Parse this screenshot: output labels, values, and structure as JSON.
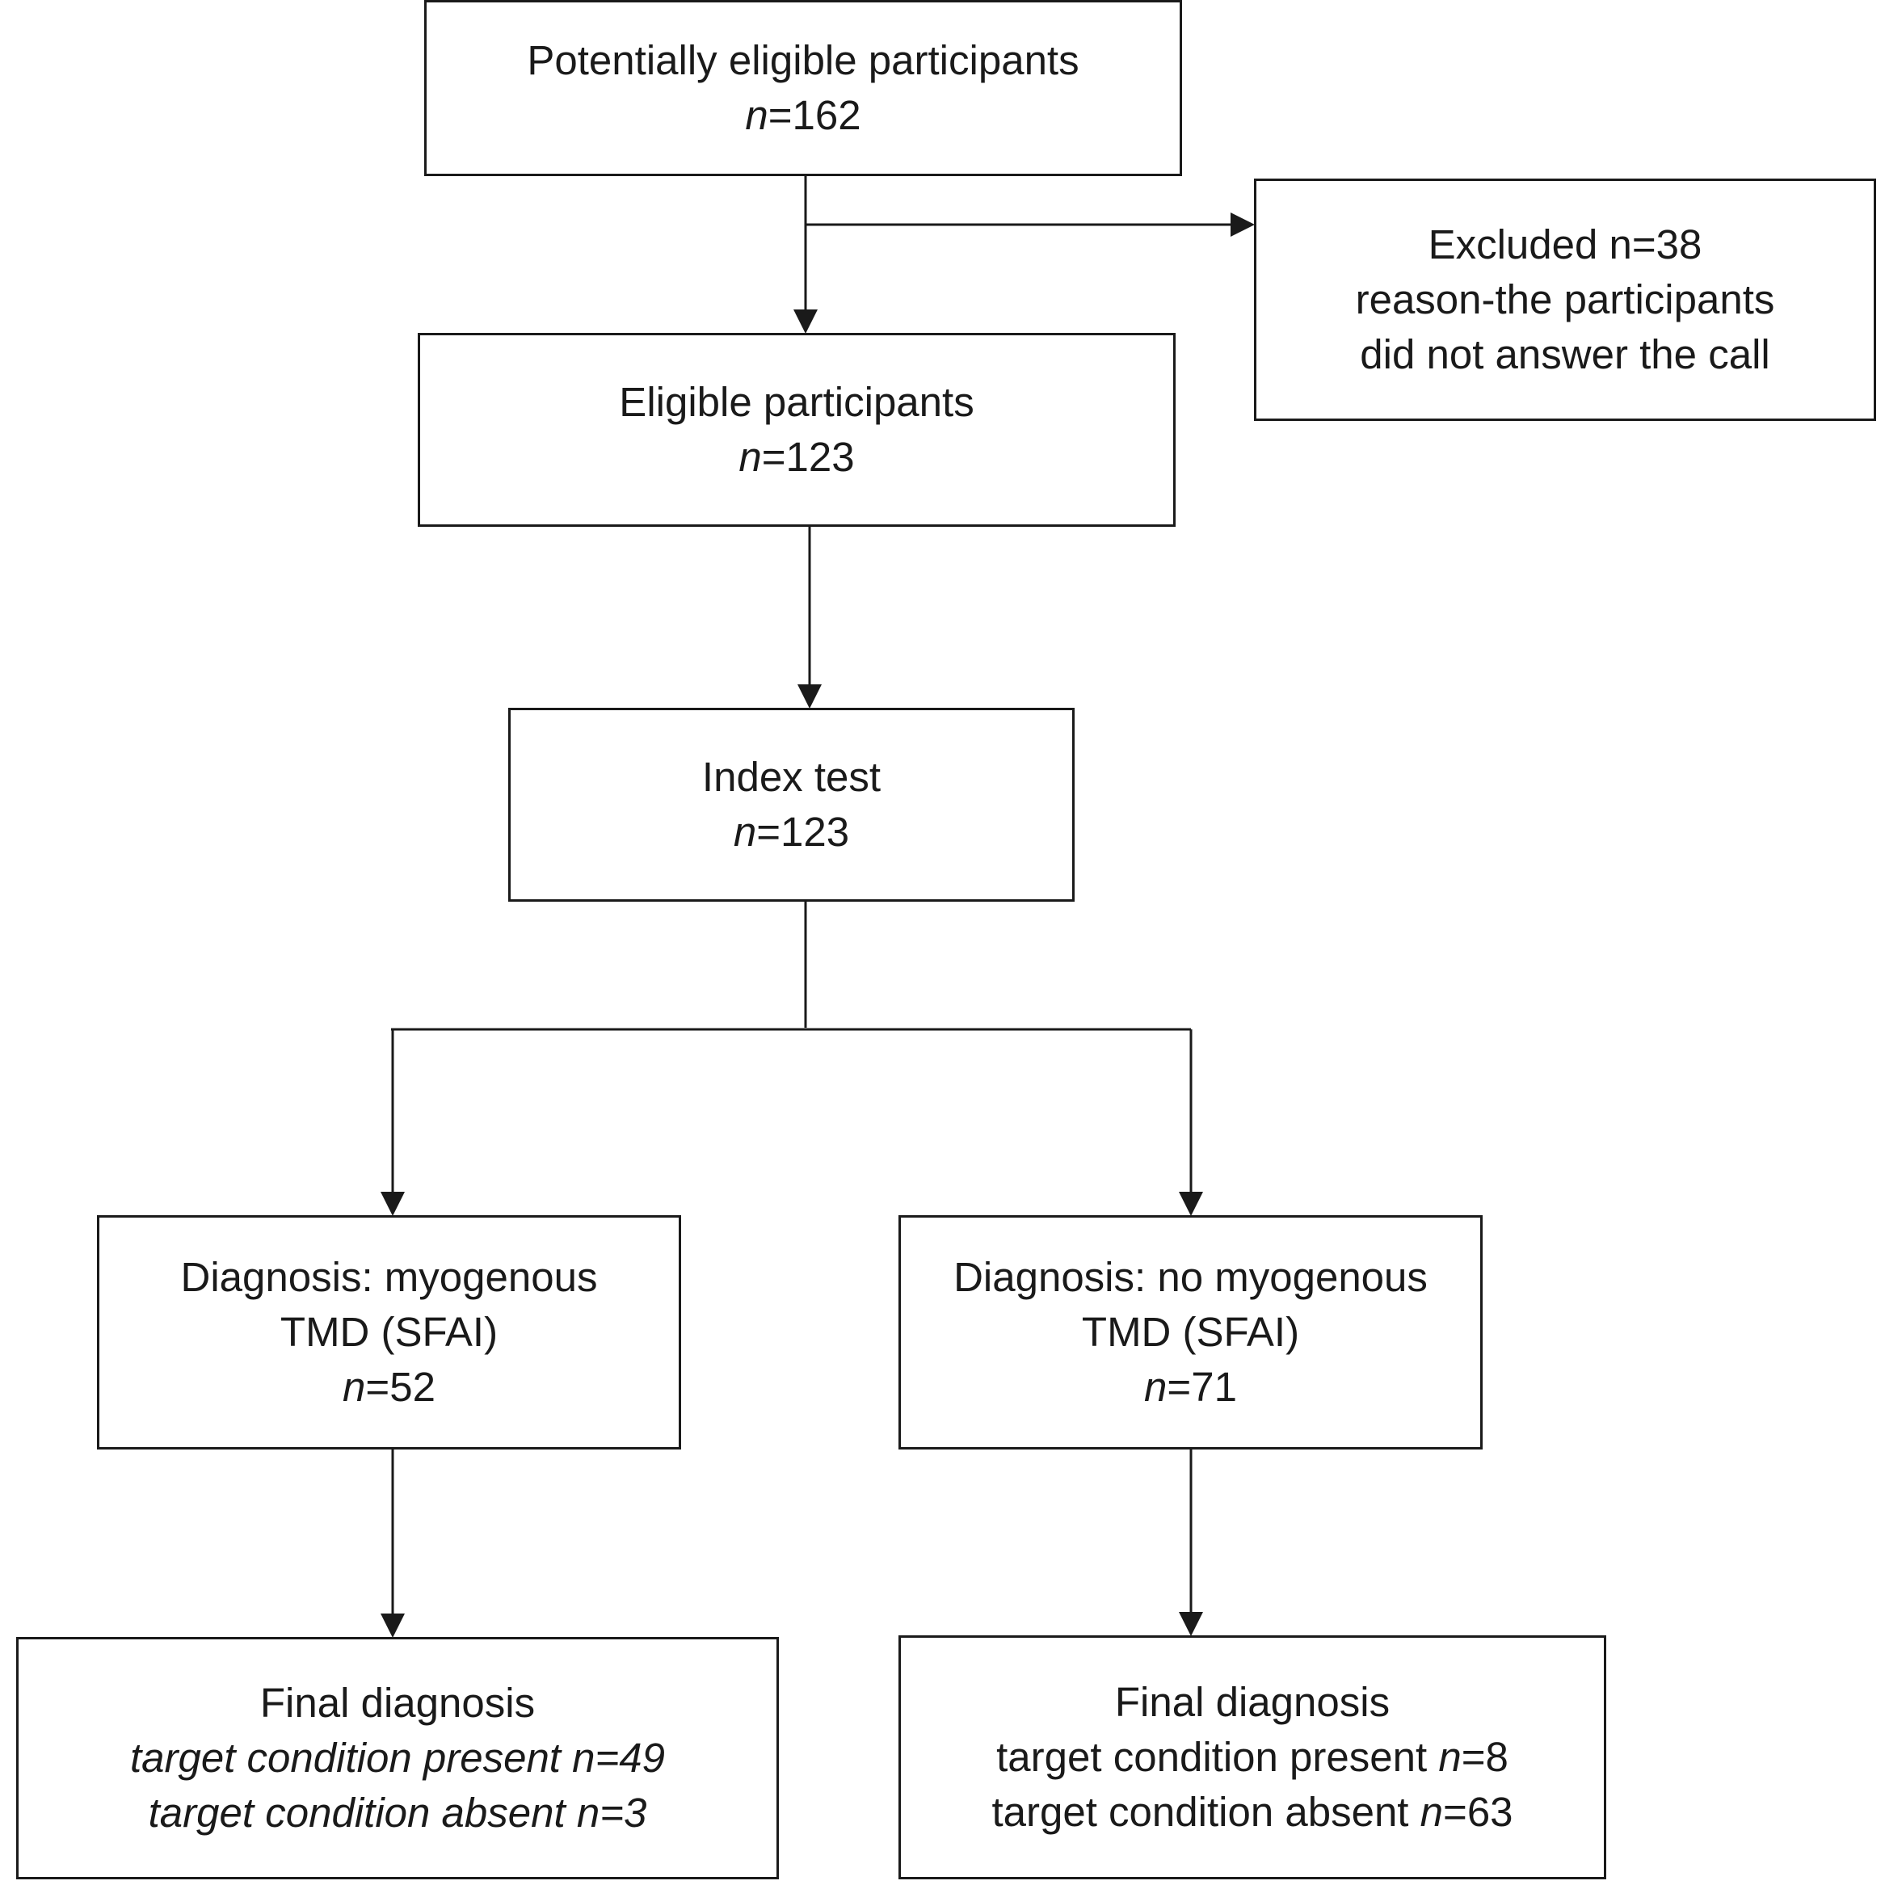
{
  "nodes": {
    "potential": {
      "title": "Potentially eligible participants",
      "n_label": "n",
      "n_value": "=162"
    },
    "excluded": {
      "line1": "Excluded n=38",
      "line2": "reason-the participants",
      "line3": "did not answer the call"
    },
    "eligible": {
      "title": "Eligible participants",
      "n_label": "n",
      "n_value": "=123"
    },
    "index": {
      "title": "Index test",
      "n_label": "n",
      "n_value": "=123"
    },
    "myo": {
      "line1": "Diagnosis: myogenous",
      "line2": "TMD (SFAI)",
      "n_label": "n",
      "n_value": "=52"
    },
    "nomyo": {
      "line1": "Diagnosis: no myogenous",
      "line2": "TMD (SFAI)",
      "n_label": "n",
      "n_value": "=71"
    },
    "final_left": {
      "title": "Final diagnosis",
      "present": "target condition present n=49",
      "absent": "target condition absent n=3"
    },
    "final_right": {
      "title": "Final diagnosis",
      "present_text": "target condition present ",
      "present_n": "n",
      "present_value": "=8",
      "absent_text": "target condition absent ",
      "absent_n": "n",
      "absent_value": "=63"
    }
  },
  "colors": {
    "stroke": "#1a1a1a",
    "background": "#ffffff"
  }
}
